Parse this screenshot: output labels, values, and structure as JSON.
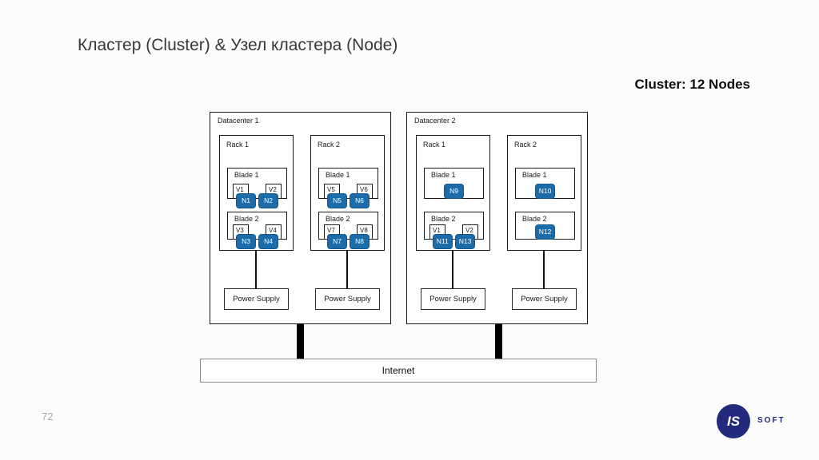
{
  "slide": {
    "title": "Кластер (Cluster) & Узел кластера (Node)",
    "note": "Cluster: 12 Nodes",
    "page_number": "72",
    "internet_label": "Internet",
    "logo": {
      "circle_text": "IS",
      "brand_text": "SOFT"
    }
  },
  "colors": {
    "node_fill": "#1b6ca8",
    "node_border": "#0e5a90",
    "logo_navy": "#232a7c",
    "box_border": "#1a1a1a",
    "internet_border": "#8c8c8c",
    "page_number_gray": "#a8a8a8"
  },
  "diagram": {
    "datacenters": [
      {
        "label": "Datacenter 1",
        "racks": [
          {
            "label": "Rack 1",
            "power_label": "Power Supply",
            "blades": [
              {
                "label": "Blade 1",
                "vms": [
                  "V1",
                  "V2"
                ],
                "nodes": [
                  "N1",
                  "N2"
                ]
              },
              {
                "label": "Blade 2",
                "vms": [
                  "V3",
                  "V4"
                ],
                "nodes": [
                  "N3",
                  "N4"
                ]
              }
            ]
          },
          {
            "label": "Rack 2",
            "power_label": "Power Supply",
            "blades": [
              {
                "label": "Blade 1",
                "vms": [
                  "V5",
                  "V6"
                ],
                "nodes": [
                  "N5",
                  "N6"
                ]
              },
              {
                "label": "Blade 2",
                "vms": [
                  "V7",
                  "V8"
                ],
                "nodes": [
                  "N7",
                  "N8"
                ]
              }
            ]
          }
        ]
      },
      {
        "label": "Datacenter 2",
        "racks": [
          {
            "label": "Rack 1",
            "power_label": "Power Supply",
            "blades": [
              {
                "label": "Blade 1",
                "vms": [],
                "nodes": [
                  "N9"
                ]
              },
              {
                "label": "Blade 2",
                "vms": [
                  "V1",
                  "V2"
                ],
                "nodes": [
                  "N11",
                  "N13"
                ]
              }
            ]
          },
          {
            "label": "Rack 2",
            "power_label": "Power Supply",
            "blades": [
              {
                "label": "Blade 1",
                "vms": [],
                "nodes": [
                  "N10"
                ]
              },
              {
                "label": "Blade 2",
                "vms": [],
                "nodes": [
                  "N12"
                ]
              }
            ]
          }
        ]
      }
    ]
  }
}
